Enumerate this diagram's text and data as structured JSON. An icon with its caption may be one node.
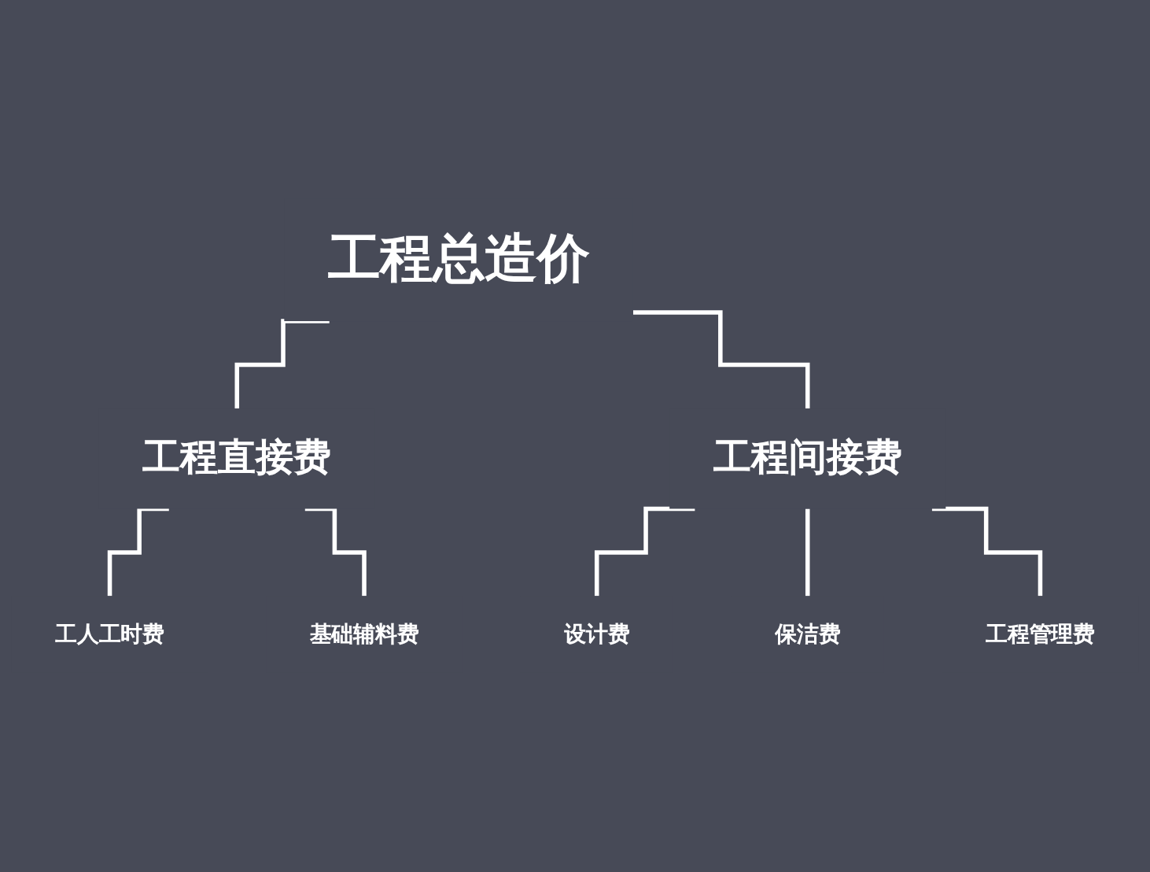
{
  "diagram": {
    "nodes": [
      {
        "text": [
          "工程总造价"
        ]
      },
      {
        "text": [
          "工程直接费"
        ]
      },
      {
        "text": [
          "工程间接费"
        ]
      },
      {
        "text": [
          "工人工时费"
        ]
      },
      {
        "text": [
          "基础辅料费"
        ]
      },
      {
        "text": [
          "设计费"
        ]
      },
      {
        "text": [
          "保洁费"
        ]
      },
      {
        "text": [
          "工程管理费"
        ]
      }
    ],
    "edges": [
      {
        "from": 0,
        "to": 1,
        "arrow": "none"
      },
      {
        "from": 0,
        "to": 2,
        "arrow": "none"
      },
      {
        "from": 1,
        "to": 3,
        "arrow": "none"
      },
      {
        "from": 1,
        "to": 4,
        "arrow": "none"
      },
      {
        "from": 2,
        "to": 5,
        "arrow": "none"
      },
      {
        "from": 2,
        "to": 6,
        "arrow": "none"
      },
      {
        "from": 2,
        "to": 7,
        "arrow": "none"
      }
    ]
  }
}
